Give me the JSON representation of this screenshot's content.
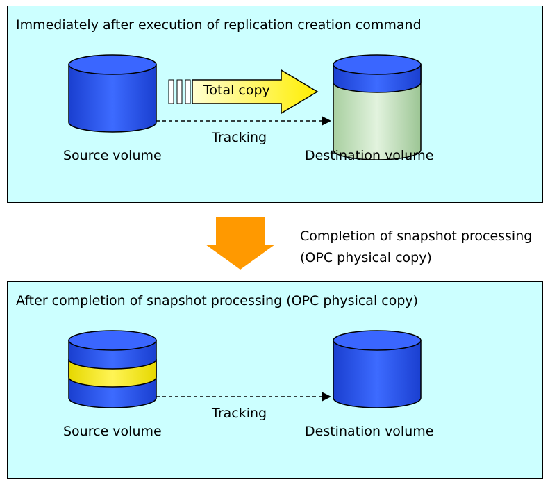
{
  "top_panel": {
    "title": "Immediately after execution of replication creation command",
    "copy_label": "Total copy",
    "tracking_label": "Tracking",
    "source_label": "Source volume",
    "destination_label": "Destination volume"
  },
  "transition": {
    "line1": "Completion of snapshot processing",
    "line2": "(OPC physical copy)"
  },
  "bottom_panel": {
    "title": "After completion of snapshot processing (OPC physical copy)",
    "tracking_label": "Tracking",
    "source_label": "Source volume",
    "destination_label": "Destination volume"
  },
  "colors": {
    "panel_bg": "#ccffff",
    "volume_blue": "#2b55e6",
    "copy_arrow": "#ffff66",
    "copy_green": "#c8e6c0",
    "highlight_yellow": "#ffee00",
    "transition_arrow": "#ff9900"
  }
}
